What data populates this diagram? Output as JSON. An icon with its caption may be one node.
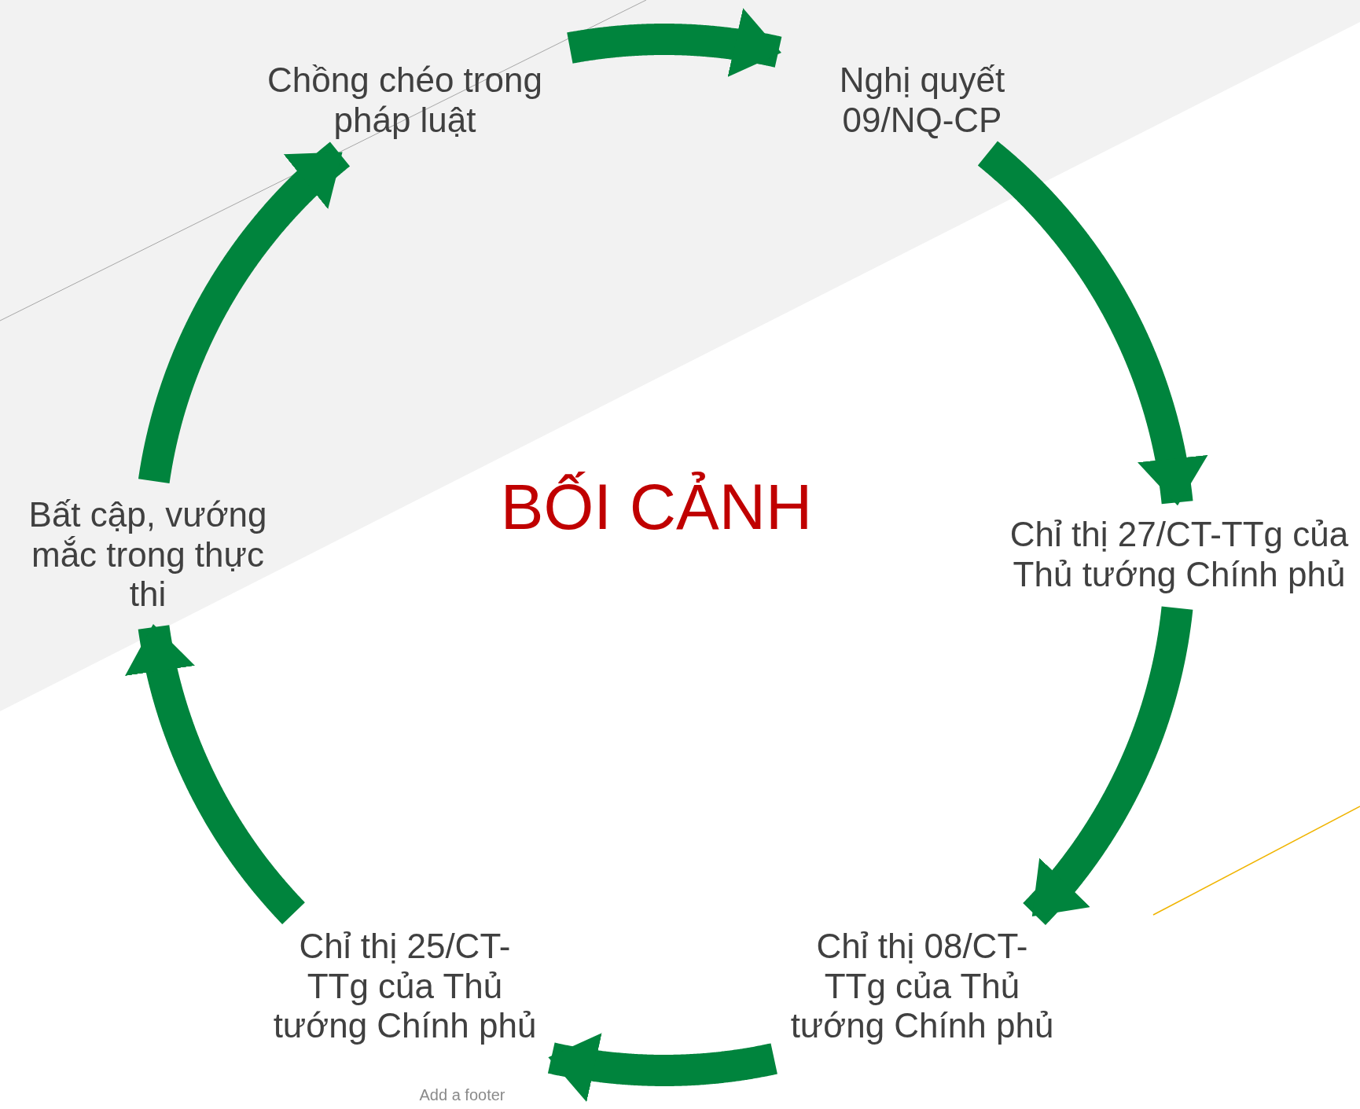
{
  "diagram": {
    "title": "BỐI CẢNH",
    "nodes": [
      {
        "text": [
          "Chồng chéo trong pháp luật"
        ]
      },
      {
        "text": [
          "Nghị quyết 09/NQ-CP"
        ]
      },
      {
        "text": [
          "Chỉ thị 27/CT-TTg của Thủ tướng Chính phủ"
        ]
      },
      {
        "text": [
          "Chỉ thị 08/CT-TTg của Thủ tướng Chính phủ"
        ]
      },
      {
        "text": [
          "Chỉ thị 25/CT-TTg của Thủ tướng Chính phủ"
        ]
      },
      {
        "text": [
          "Bất cập, vướng mắc trong thực thi"
        ]
      }
    ],
    "edges": [
      {
        "from": 0,
        "to": 1,
        "arrow": "to"
      },
      {
        "from": 1,
        "to": 2,
        "arrow": "to"
      },
      {
        "from": 2,
        "to": 3,
        "arrow": "to"
      },
      {
        "from": 3,
        "to": 4,
        "arrow": "to"
      },
      {
        "from": 4,
        "to": 5,
        "arrow": "to"
      },
      {
        "from": 5,
        "to": 0,
        "arrow": "to"
      }
    ],
    "labels": [
      "Add a footer"
    ]
  }
}
